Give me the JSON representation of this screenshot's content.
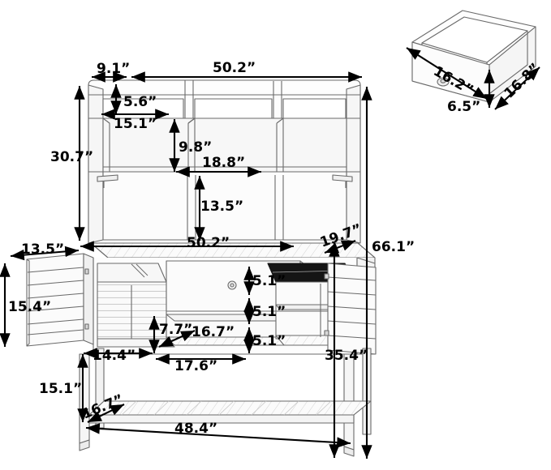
{
  "diagram": {
    "title": "Potting bench with hutch dimension diagram",
    "unit": "inches",
    "unit_symbol": "”",
    "background_color": "#ffffff",
    "line_color": "#555555",
    "dimension_color": "#000000"
  },
  "main_view": {
    "name": "front-three-quarter-view",
    "dimensions": {
      "hutch_side_panel_depth": "9.1”",
      "overall_width_top": "50.2”",
      "top_shelf_height": "5.6”",
      "left_cubby_width": "15.1”",
      "middle_cubby_height": "9.8”",
      "middle_cubby_width": "18.8”",
      "hutch_height": "30.7”",
      "lower_hutch_opening_height": "13.5”",
      "counter_width": "50.2”",
      "counter_depth": "19.7”",
      "overall_height": "66.1”",
      "door_width": "13.5”",
      "door_height": "15.4”",
      "right_shelf_gap_1": "5.1”",
      "right_shelf_gap_2": "5.1”",
      "right_shelf_gap_3": "5.1”",
      "lower_shelf_opening_height": "7.7”",
      "lower_shelf_depth": "16.7”",
      "left_bay_width": "14.4”",
      "right_bay_width": "17.6”",
      "counter_to_floor_height": "35.4”",
      "under_shelf_height": "15.1”",
      "bottom_shelf_depth": "16.7”",
      "bottom_shelf_width": "48.4”"
    }
  },
  "drawer_view": {
    "name": "drawer-detail-view",
    "dimensions": {
      "drawer_width": "16.2”",
      "drawer_height": "6.5”",
      "drawer_depth": "16.8”"
    }
  }
}
